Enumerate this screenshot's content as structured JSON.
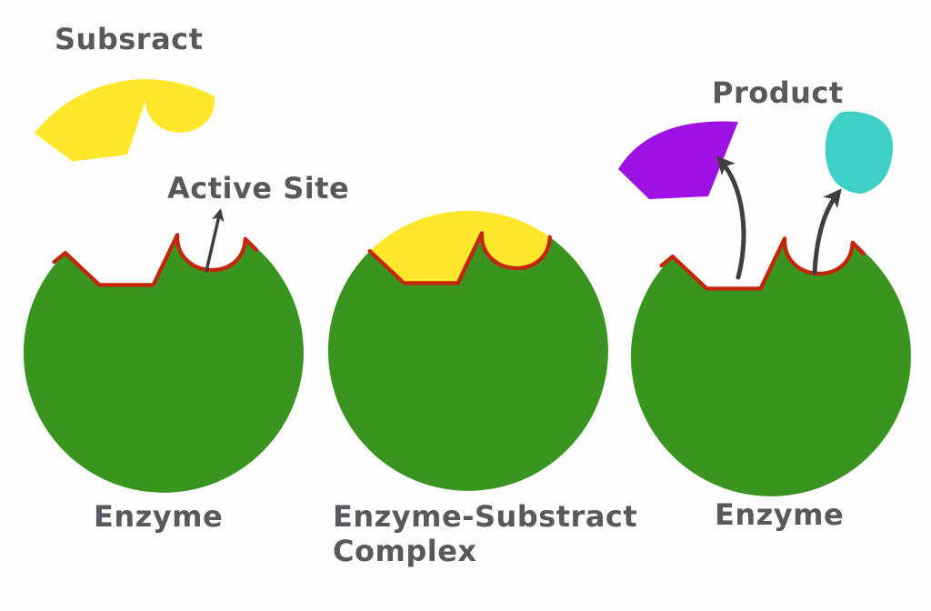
{
  "diagram": {
    "labels": {
      "substrate": "Subsract",
      "active_site": "Active Site",
      "product": "Product",
      "enzyme_left": "Enzyme",
      "complex_line1": "Enzyme-Substract",
      "complex_line2": "Complex",
      "enzyme_right": "Enzyme"
    }
  },
  "colors": {
    "enzyme_green": "#3A9420",
    "substrate_yellow": "#FFE72C",
    "active_site_red": "#C2270B",
    "product_purple": "#9D12E2",
    "product_teal": "#3FCFC7",
    "label_gray": "#59585C",
    "arrow_gray": "#3F3F41",
    "background": "#FDFDFD"
  }
}
